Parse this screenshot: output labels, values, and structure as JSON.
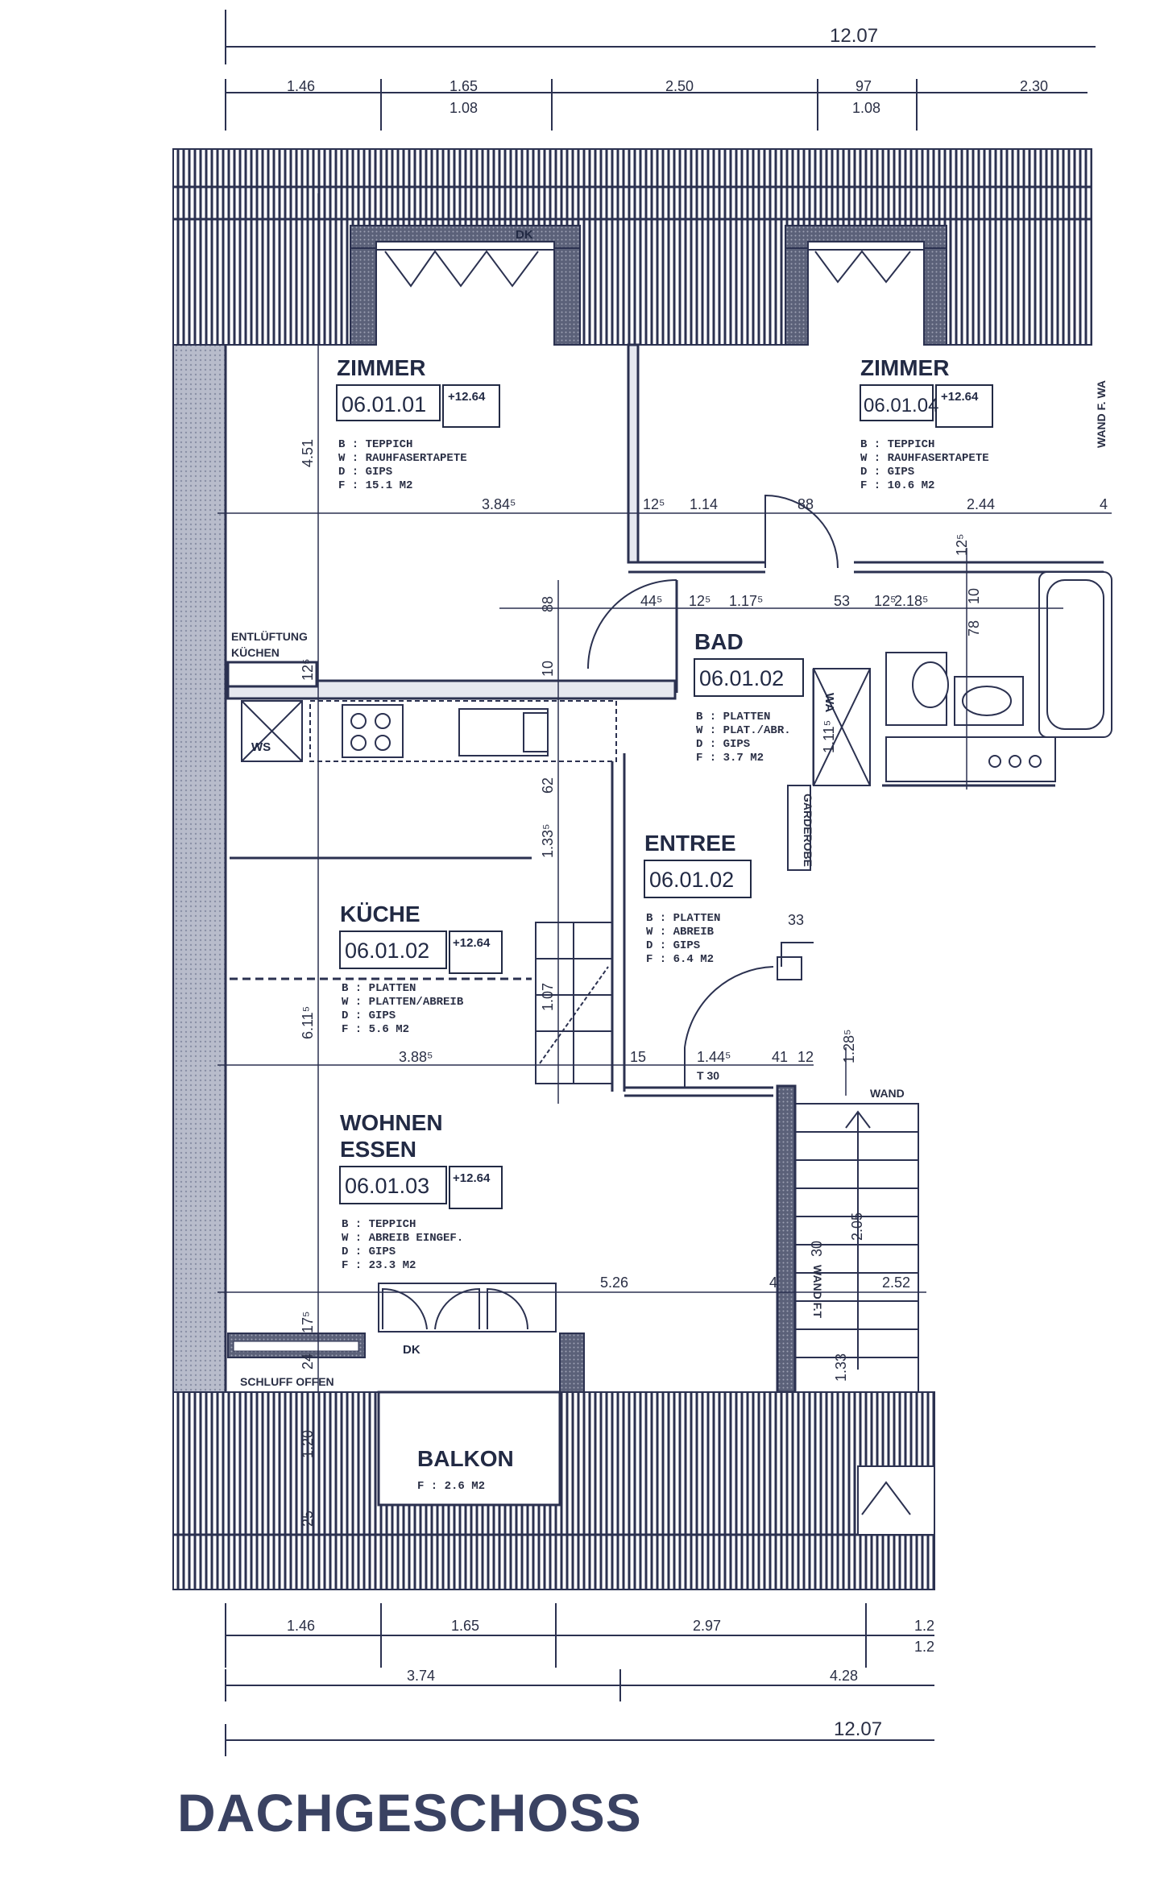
{
  "title": "DACHGESCHOSS",
  "top_dims": {
    "total": "12.07",
    "segments": [
      "1.46",
      "1.65",
      "2.50",
      "97",
      "2.30"
    ],
    "sub": [
      "1.08",
      "1.08"
    ]
  },
  "bottom_dims": {
    "segments": [
      "1.46",
      "1.65",
      "2.97",
      "1.2"
    ],
    "sub": [
      "1.2"
    ],
    "row2": [
      "3.74",
      "4.28"
    ],
    "total": "12.07"
  },
  "rooms": {
    "zimmer1": {
      "name": "ZIMMER",
      "code": "06.01.01",
      "tag": "+12.64",
      "specs": [
        "B :  TEPPICH",
        "W :  RAUHFASERTAPETE",
        "D :  GIPS",
        "F :  15.1 M2"
      ]
    },
    "zimmer2": {
      "name": "ZIMMER",
      "code": "06.01.04",
      "tag": "+12.64",
      "specs": [
        "B :  TEPPICH",
        "W :  RAUHFASERTAPETE",
        "D :  GIPS",
        "F :  10.6 M2"
      ]
    },
    "bad": {
      "name": "BAD",
      "code": "06.01.02",
      "specs": [
        "B :  PLATTEN",
        "W :  PLAT./ABR.",
        "D :  GIPS",
        "F :  3.7 M2"
      ]
    },
    "entree": {
      "name": "ENTREE",
      "code": "06.01.02",
      "specs": [
        "B :  PLATTEN",
        "W :  ABREIB",
        "D :  GIPS",
        "F :  6.4 M2"
      ]
    },
    "kueche": {
      "name": "KÜCHE",
      "code": "06.01.02",
      "tag": "+12.64",
      "specs": [
        "B :  PLATTEN",
        "W :  PLATTEN/ABREIB",
        "D :  GIPS",
        "F :  5.6 M2"
      ]
    },
    "wohnen": {
      "name1": "WOHNEN",
      "name2": "ESSEN",
      "code": "06.01.03",
      "tag": "+12.64",
      "specs": [
        "B :  TEPPICH",
        "W :  ABREIB EINGEF.",
        "D :  GIPS",
        "F :  23.3 M2"
      ]
    },
    "balkon": {
      "name": "BALKON",
      "spec": "F :  2.6 M2"
    }
  },
  "labels": {
    "entlueftung1": "ENTLÜFTUNG",
    "entlueftung2": "KÜCHEN",
    "schluff": "SCHLUFF OFFEN",
    "wand": "WAND",
    "garderobe": "GARDEROBE",
    "wand_f": "WAND F. WA",
    "wa": "WA",
    "ws": "WS",
    "dk": "DK",
    "t30": "T 30",
    "wand_ft": "WAND F.T"
  },
  "inner_dims": {
    "d451": "4.51",
    "d384": "3.84⁵",
    "d12a": "12⁵",
    "d114": "1.14",
    "d88": "88",
    "d244": "2.44",
    "d4a": "4",
    "d44": "44⁵",
    "d12b": "12⁵",
    "d117": "1.17⁵",
    "d53": "53",
    "d12c": "12⁵",
    "d218": "2.18⁵",
    "d10a": "10",
    "d78": "78",
    "d12d": "12⁵",
    "d88b": "88",
    "d10b": "10",
    "d12e": "12⁵",
    "d62": "62",
    "d133": "1.33⁵",
    "d33": "33",
    "d611": "6.11⁵",
    "d107": "1.07",
    "d388": "3.88⁵",
    "d15": "15",
    "d144": "1.44⁵",
    "d41": "41",
    "d12f": "12",
    "d128": "1.28⁵",
    "d526": "5.26",
    "d4b": "4",
    "d252": "2.52",
    "d205": "2.05",
    "d30": "30",
    "d133b": "1.33",
    "d17": "17⁵",
    "d24": "24",
    "d120": "1.20",
    "d25": "25",
    "d1115": "1.11⁵"
  }
}
